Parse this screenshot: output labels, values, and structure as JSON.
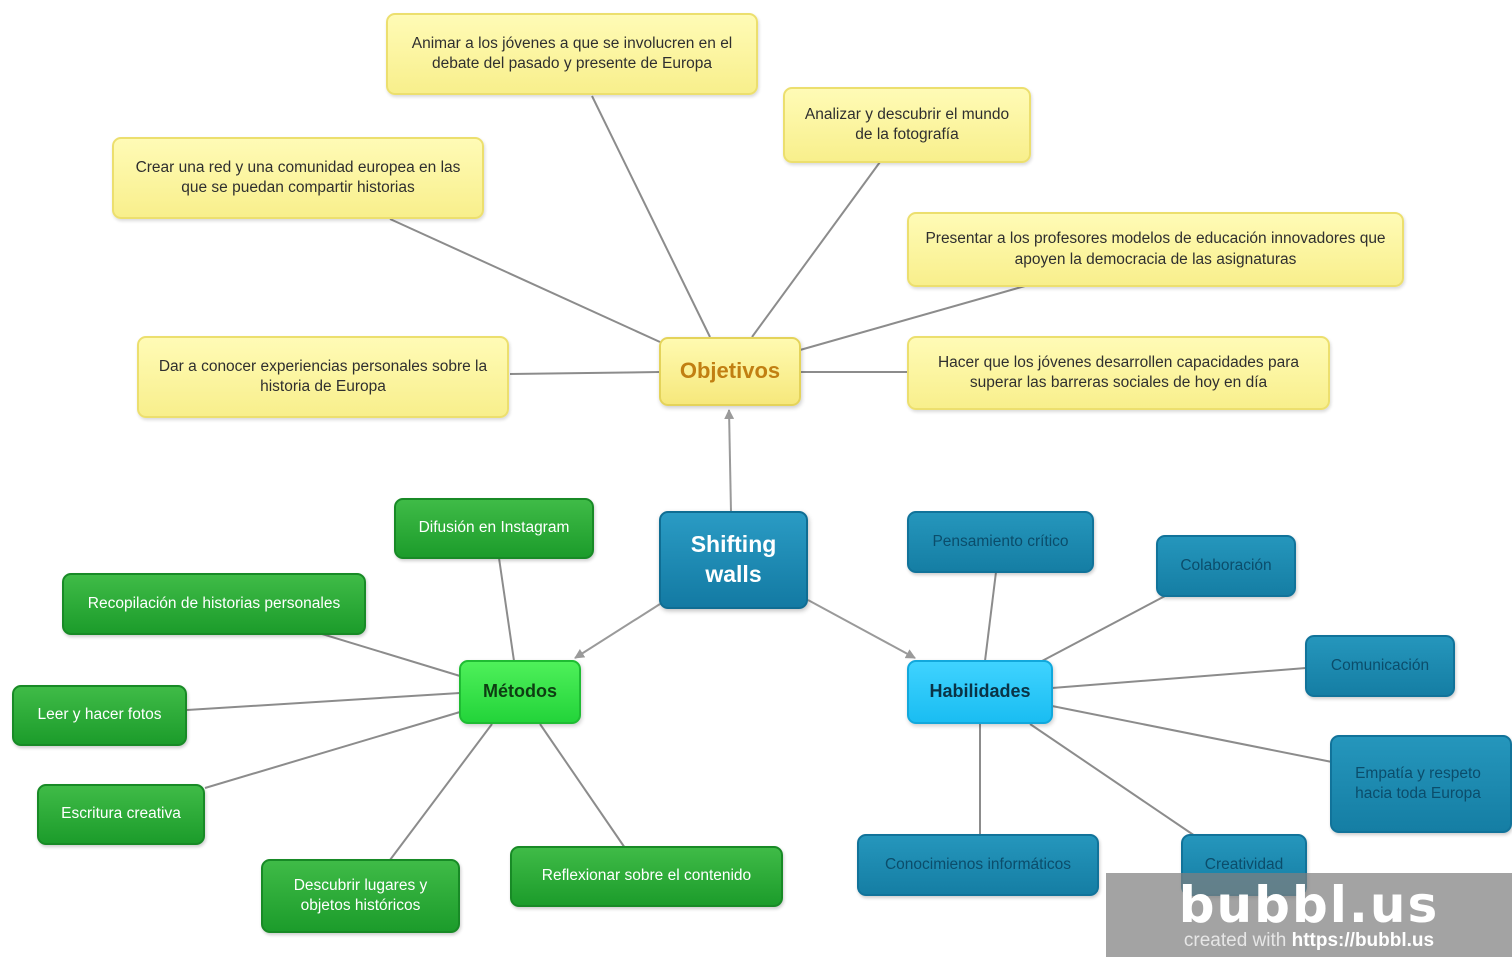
{
  "center": {
    "label": "Shifting walls"
  },
  "objetivos": {
    "label": "Objetivos",
    "items": [
      "Animar a los jóvenes a que se involucren en  el debate del pasado y presente de Europa",
      "Analizar y descubrir el mundo de la fotografía",
      "Crear una red y una comunidad europea en las que se puedan compartir historias",
      "Presentar a los profesores modelos de educación innovadores que apoyen la democracia de las asignaturas",
      "Dar a conocer experiencias personales sobre la historia de Europa",
      "Hacer que los jóvenes desarrollen capacidades para superar las barreras sociales de hoy en día"
    ]
  },
  "metodos": {
    "label": "Métodos",
    "items": [
      "Difusión en Instagram",
      "Recopilación de historias personales",
      "Leer  y hacer fotos",
      "Escritura creativa",
      "Descubrir lugares y objetos históricos",
      "Reflexionar sobre el contenido"
    ]
  },
  "habilidades": {
    "label": "Habilidades",
    "items": [
      "Pensamiento crítico",
      "Colaboración",
      "Comunicación",
      "Empatía y respeto hacia toda Europa",
      "Conocimienos informáticos",
      "Creatividad"
    ]
  },
  "watermark": {
    "logo": "bubbl.us",
    "credit_prefix": "created with",
    "credit_url": "https://bubbl.us"
  },
  "colors": {
    "yellow": "#f8ef8c",
    "green": "#1c9c2b",
    "green_hub": "#23d43a",
    "blue": "#157ea4",
    "blue_hub": "#1abdf2",
    "connector": "#8c8c8c"
  }
}
